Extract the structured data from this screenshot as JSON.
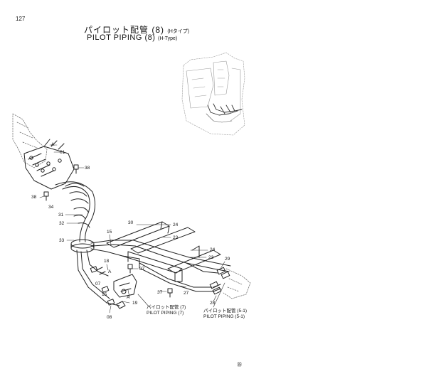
{
  "page_number": "127",
  "title": {
    "jp_main": "パイロット配管 (8)",
    "jp_sub": "(Hタイプ)",
    "en_main": "PILOT PIPING (8)",
    "en_sub": "(H-Type)"
  },
  "part_labels": [
    {
      "id": "A_top",
      "text": "A"
    },
    {
      "id": "01",
      "text": "01"
    },
    {
      "id": "38_a",
      "text": "38"
    },
    {
      "id": "38_b",
      "text": "38"
    },
    {
      "id": "34",
      "text": "34"
    },
    {
      "id": "31",
      "text": "31"
    },
    {
      "id": "32",
      "text": "32"
    },
    {
      "id": "33",
      "text": "33"
    },
    {
      "id": "15_a",
      "text": "15"
    },
    {
      "id": "30",
      "text": "30"
    },
    {
      "id": "24_a",
      "text": "24"
    },
    {
      "id": "23_a",
      "text": "23"
    },
    {
      "id": "24_b",
      "text": "24"
    },
    {
      "id": "23_b",
      "text": "23"
    },
    {
      "id": "29",
      "text": "29"
    },
    {
      "id": "37_a",
      "text": "37"
    },
    {
      "id": "18",
      "text": "18"
    },
    {
      "id": "A_mid",
      "text": "A"
    },
    {
      "id": "07",
      "text": "07"
    },
    {
      "id": "27",
      "text": "27"
    },
    {
      "id": "37_b",
      "text": "37"
    },
    {
      "id": "15_b",
      "text": "15"
    },
    {
      "id": "A_low",
      "text": "A"
    },
    {
      "id": "19",
      "text": "19"
    },
    {
      "id": "08",
      "text": "08"
    },
    {
      "id": "28",
      "text": "28"
    }
  ],
  "references": [
    {
      "jp": "パイロット配管 (7)",
      "en": "PILOT PIPING (7)"
    },
    {
      "jp": "パイロット配管 (5-1)",
      "en": "PILOT PIPING (5-1)"
    }
  ],
  "footer_mark": "㉟"
}
